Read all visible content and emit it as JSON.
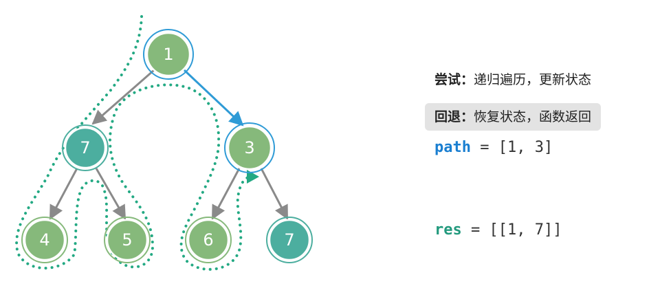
{
  "steps": [
    {
      "label": "尝试：",
      "text": "递归遍历，更新状态",
      "active": false
    },
    {
      "label": "回退：",
      "text": "恢复状态，函数返回",
      "active": true
    }
  ],
  "path": {
    "name": "path",
    "eq": " = ",
    "value": "[1, 3]"
  },
  "res": {
    "name": "res",
    "eq": " = ",
    "value": "[[1, 7]]"
  },
  "tree": {
    "nodes": [
      {
        "id": "n1",
        "value": "1",
        "fill": "#86b97b",
        "ring": true
      },
      {
        "id": "n2",
        "value": "7",
        "fill": "#4cae9f",
        "ring": false
      },
      {
        "id": "n3",
        "value": "3",
        "fill": "#86b97b",
        "ring": true
      },
      {
        "id": "n4",
        "value": "4",
        "fill": "#86b97b",
        "ring": false
      },
      {
        "id": "n5",
        "value": "5",
        "fill": "#86b97b",
        "ring": false
      },
      {
        "id": "n6",
        "value": "6",
        "fill": "#86b97b",
        "ring": false
      },
      {
        "id": "n7",
        "value": "7",
        "fill": "#4cae9f",
        "ring": false
      }
    ]
  },
  "colors": {
    "path_highlight": "#2f9bd6",
    "edge": "#8a8a8a",
    "trace": "#23a983",
    "var_path": "#1a7fd1",
    "var_res": "#239a7e",
    "active_step_bg": "#e3e3e3"
  }
}
